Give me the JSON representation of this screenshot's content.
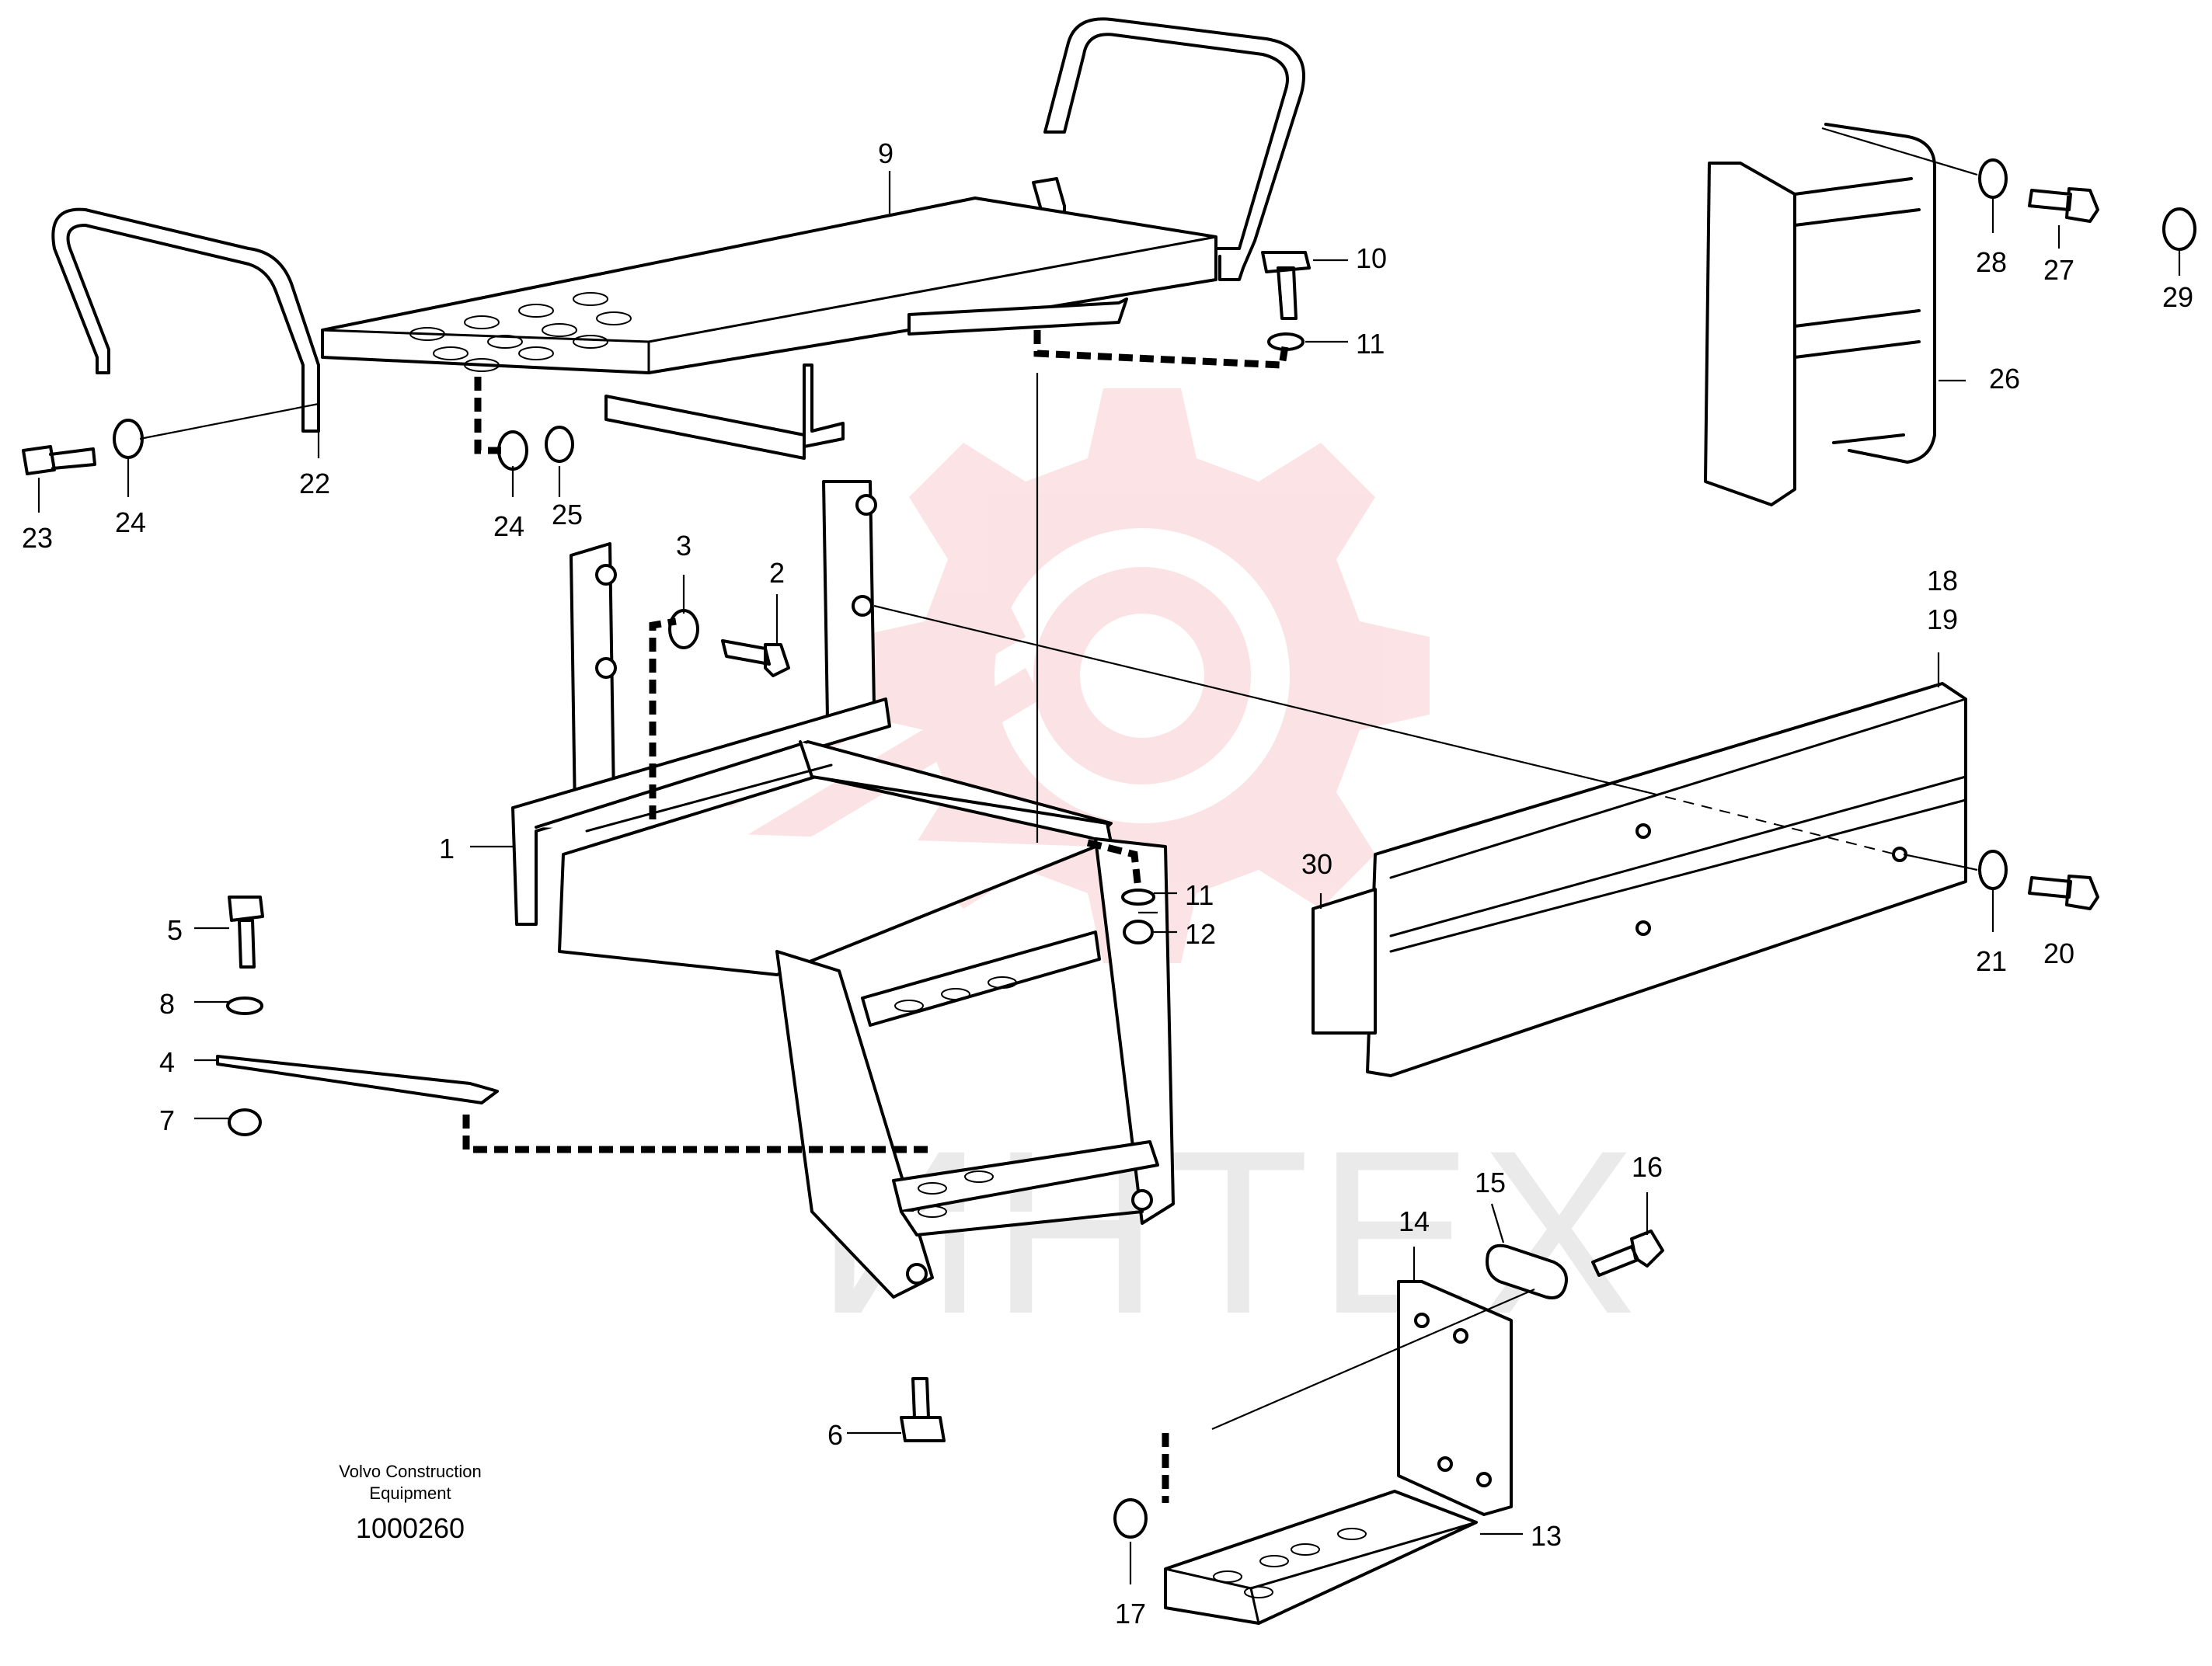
{
  "callouts": [
    {
      "id": "c1",
      "text": "1"
    },
    {
      "id": "c2",
      "text": "2"
    },
    {
      "id": "c3",
      "text": "3"
    },
    {
      "id": "c4",
      "text": "4"
    },
    {
      "id": "c5",
      "text": "5"
    },
    {
      "id": "c6",
      "text": "6"
    },
    {
      "id": "c7",
      "text": "7"
    },
    {
      "id": "c8",
      "text": "8"
    },
    {
      "id": "c9",
      "text": "9"
    },
    {
      "id": "c10",
      "text": "10"
    },
    {
      "id": "c11a",
      "text": "11"
    },
    {
      "id": "c11b",
      "text": "11"
    },
    {
      "id": "c12",
      "text": "12"
    },
    {
      "id": "c13",
      "text": "13"
    },
    {
      "id": "c14",
      "text": "14"
    },
    {
      "id": "c15",
      "text": "15"
    },
    {
      "id": "c16",
      "text": "16"
    },
    {
      "id": "c17",
      "text": "17"
    },
    {
      "id": "c18",
      "text": "18"
    },
    {
      "id": "c19",
      "text": "19"
    },
    {
      "id": "c20",
      "text": "20"
    },
    {
      "id": "c21",
      "text": "21"
    },
    {
      "id": "c22",
      "text": "22"
    },
    {
      "id": "c23",
      "text": "23"
    },
    {
      "id": "c24a",
      "text": "24"
    },
    {
      "id": "c24b",
      "text": "24"
    },
    {
      "id": "c25",
      "text": "25"
    },
    {
      "id": "c26",
      "text": "26"
    },
    {
      "id": "c27",
      "text": "27"
    },
    {
      "id": "c28",
      "text": "28"
    },
    {
      "id": "c29",
      "text": "29"
    },
    {
      "id": "c30",
      "text": "30"
    }
  ],
  "footer": {
    "line1": "Volvo Construction",
    "line2": "Equipment",
    "drawing_number": "1000260"
  },
  "watermark": {
    "text": "ИНТЕХ",
    "color": "#e8323c"
  }
}
